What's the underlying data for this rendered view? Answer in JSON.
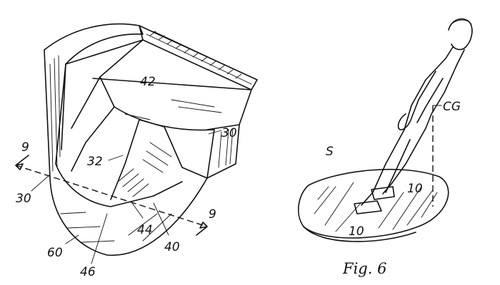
{
  "left_figure": {
    "labels": {
      "section_top": "9",
      "section_bottom": "9",
      "top_block": "42",
      "side_wall": "30",
      "left_wall": "30",
      "inner_cavity": "32",
      "pad_44": "44",
      "pad_40": "40",
      "pad_46": "46",
      "sole_base": "60"
    }
  },
  "right_figure": {
    "labels": {
      "surface": "S",
      "center_gravity": "CG",
      "shoe_rear": "10",
      "shoe_front": "10"
    },
    "caption": "Fig. 6"
  },
  "colors": {
    "ink": "#111111",
    "paper": "#ffffff"
  }
}
